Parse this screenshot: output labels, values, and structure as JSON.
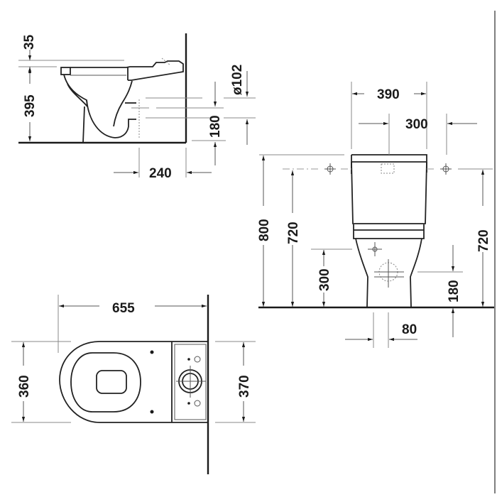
{
  "diagram": {
    "type": "technical-dimension-drawing",
    "subject": "close-coupled floor-standing toilet",
    "units": "mm",
    "colors": {
      "line": "#1a1a1a",
      "extension": "#888888",
      "background": "#ffffff"
    },
    "views": {
      "side": {
        "dimensions": {
          "seat_thickness": "35",
          "rim_height": "395",
          "outlet_diameter": "ø102",
          "outlet_height": "180",
          "outlet_to_wall": "240"
        }
      },
      "front": {
        "dimensions": {
          "tank_width": "390",
          "fixing_spacing": "300",
          "total_height": "800",
          "fixing_height_left": "720",
          "fixing_height_right": "720",
          "bowl_fixing_height": "300",
          "outlet_height": "180",
          "outlet_offset": "80"
        }
      },
      "top": {
        "dimensions": {
          "total_depth": "655",
          "bowl_width": "360",
          "tank_width": "370"
        }
      }
    }
  }
}
